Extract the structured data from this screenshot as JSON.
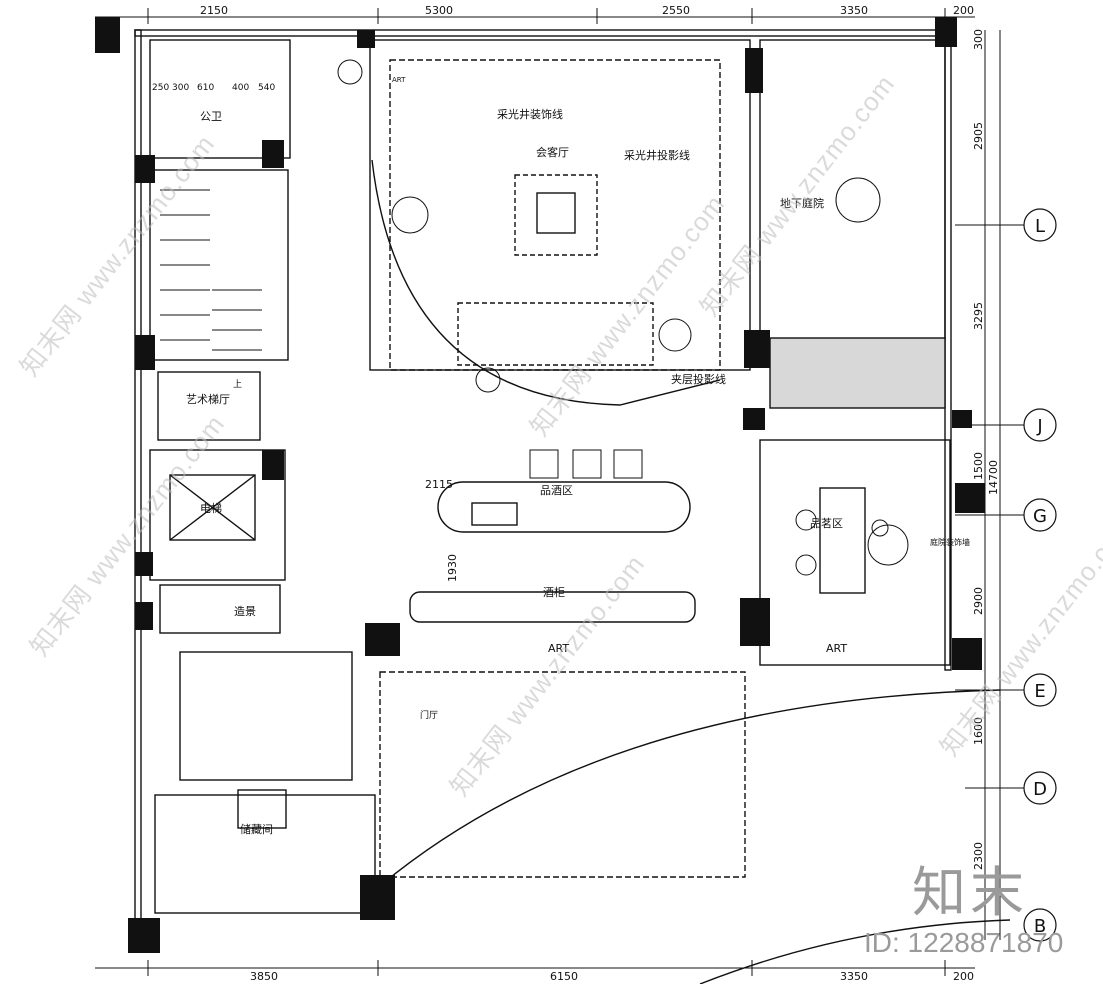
{
  "dimensions_top": [
    "2150",
    "5300",
    "2550",
    "3350",
    "200"
  ],
  "dimensions_bottom": [
    "3850",
    "6150",
    "3350",
    "200"
  ],
  "dimensions_right": [
    "300",
    "2905",
    "3295",
    "1500",
    "2900",
    "1600",
    "2300",
    "14700"
  ],
  "fixture_dims": [
    "250",
    "300",
    "610",
    "400",
    "540"
  ],
  "interior_dims": [
    "2115",
    "1930"
  ],
  "grid_axes": [
    "L",
    "J",
    "G",
    "E",
    "D",
    "B"
  ],
  "rooms": {
    "public_wc": "公卫",
    "living_room": "会客厅",
    "basement_courtyard": "地下庭院",
    "art_stair_hall": "艺术梯厅",
    "elevator": "电梯",
    "landscape": "造景",
    "wine_bar": "品酒区",
    "tea_area": "品茗区",
    "wine_cabinet": "酒柜",
    "storage": "储藏间",
    "entry_hall": "门厅"
  },
  "labels": {
    "skylight_trim": "采光井装饰线",
    "skylight_projection": "采光井投影线",
    "mezzanine_projection": "夹层投影线",
    "courtyard_wall": "庭院装饰墙",
    "up": "上",
    "art": "ART"
  },
  "watermark": "知末网 www.znzmo.com",
  "brand": "知末",
  "brand_id": "ID: 1228871870"
}
